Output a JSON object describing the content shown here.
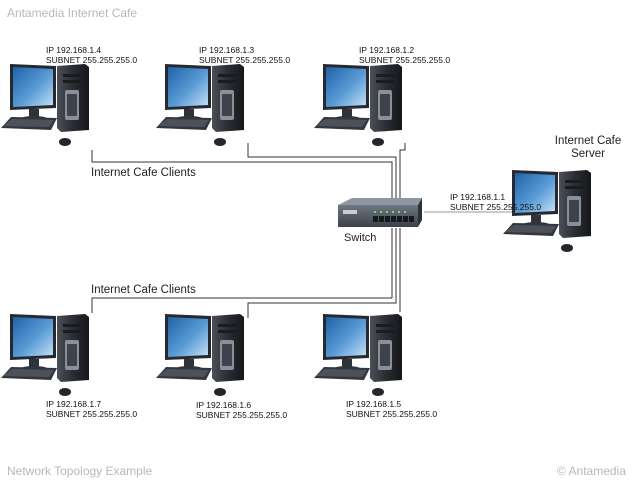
{
  "header": {
    "title": "Antamedia Internet Cafe"
  },
  "footer": {
    "caption": "Network Topology Example",
    "copyright": "© Antamedia"
  },
  "groups": {
    "top_label": "Internet Cafe Clients",
    "bottom_label": "Internet Cafe Clients"
  },
  "switch": {
    "label": "Switch"
  },
  "server": {
    "title_line1": "Internet Cafe",
    "title_line2": "Server",
    "ip": "IP  192.168.1.1",
    "subnet": "SUBNET 255.255.255.0"
  },
  "clients": [
    {
      "ip": "IP  192.168.1.4",
      "subnet": "SUBNET 255.255.255.0"
    },
    {
      "ip": "IP  192.168.1.3",
      "subnet": "SUBNET 255.255.255.0"
    },
    {
      "ip": "IP  192.168.1.2",
      "subnet": "SUBNET 255.255.255.0"
    },
    {
      "ip": "IP  192.168.1.7",
      "subnet": "SUBNET 255.255.255.0"
    },
    {
      "ip": "IP  192.168.1.6",
      "subnet": "SUBNET 255.255.255.0"
    },
    {
      "ip": "IP  192.168.1.5",
      "subnet": "SUBNET 255.255.255.0"
    }
  ],
  "colors": {
    "cable": "#333333",
    "monitor_frame": "#262a30",
    "screen_top": "#1f63a8",
    "screen_bottom": "#b8d9f2",
    "tower": "#2a2d33",
    "switch_body": "#4f5660"
  }
}
